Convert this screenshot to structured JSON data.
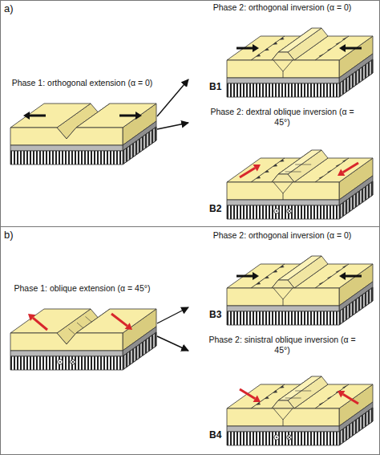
{
  "diagram": {
    "nodes": [
      {
        "text": [
          "a)"
        ]
      },
      {
        "text": [
          "Phase 1: orthogonal extension (α = 0)"
        ],
        "in": 0
      },
      {
        "text": [
          "Phase 2: orthogonal inversion (α = 0)",
          "B1"
        ],
        "in": 0
      },
      {
        "text": [
          "Phase 2: dextral oblique inversion (α = 45°)",
          "B2"
        ],
        "in": 0
      },
      {
        "text": [
          "b)"
        ]
      },
      {
        "text": [
          "Phase 1: oblique extension (α = 45°)"
        ],
        "in": 4
      },
      {
        "text": [
          "Phase 2: orthogonal inversion (α = 0)",
          "B3"
        ],
        "in": 4
      },
      {
        "text": [
          "Phase 2: sinistral oblique inversion (α = 45°)",
          "B4"
        ],
        "in": 4
      }
    ],
    "edges": [
      {
        "from": 1,
        "to": 2,
        "arrow": "to"
      },
      {
        "from": 1,
        "to": 3,
        "arrow": "to"
      },
      {
        "from": 5,
        "to": 6,
        "arrow": "to"
      },
      {
        "from": 5,
        "to": 7,
        "arrow": "to"
      }
    ]
  }
}
